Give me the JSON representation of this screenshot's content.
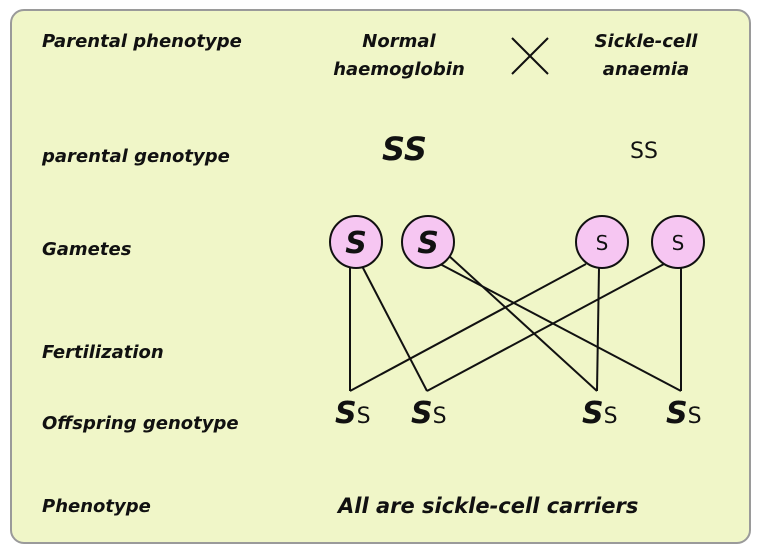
{
  "labels": {
    "parental_phenotype": "Parental phenotype",
    "parental_genotype": "parental genotype",
    "gametes": "Gametes",
    "fertilization": "Fertilization",
    "offspring_genotype": "Offspring genotype",
    "phenotype": "Phenotype"
  },
  "parents": {
    "left_phenotype_line1": "Normal",
    "left_phenotype_line2": "haemoglobin",
    "right_phenotype_line1": "Sickle-cell",
    "right_phenotype_line2": "anaemia",
    "left_genotype": "SS",
    "right_genotype": "SS"
  },
  "gametes": [
    {
      "allele": "S",
      "dominant": true
    },
    {
      "allele": "S",
      "dominant": true
    },
    {
      "allele": "S",
      "dominant": false
    },
    {
      "allele": "S",
      "dominant": false
    }
  ],
  "offspring": [
    {
      "big": "S",
      "small": "S"
    },
    {
      "big": "S",
      "small": "S"
    },
    {
      "big": "S",
      "small": "S"
    },
    {
      "big": "S",
      "small": "S"
    }
  ],
  "phenotype_result": "All are sickle-cell carriers",
  "colors": {
    "background": "#f0f6c8",
    "gamete_fill": "#f6c6f2",
    "line": "#111111"
  }
}
